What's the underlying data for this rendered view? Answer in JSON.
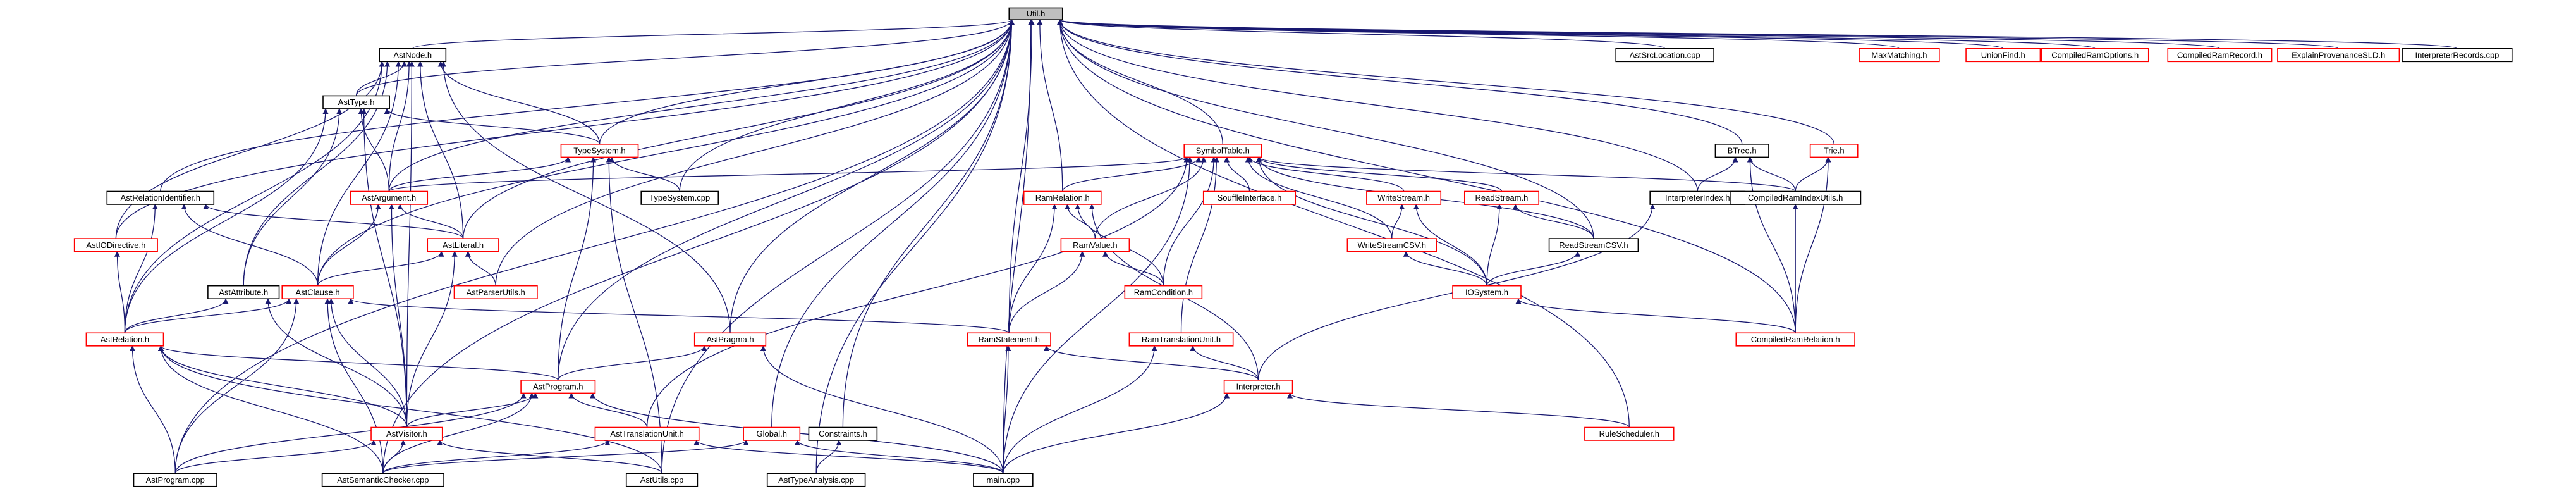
{
  "diagram": {
    "title": "",
    "colors": {
      "edge": "#191970",
      "node_border_default": "#000000",
      "node_border_red": "#ff0000",
      "root_fill": "#bfbfbf"
    },
    "nodes": [
      {
        "id": "util",
        "label": "Util.h",
        "border": "black",
        "root": true
      },
      {
        "id": "astnode",
        "label": "AstNode.h",
        "border": "black"
      },
      {
        "id": "asttype",
        "label": "AstType.h",
        "border": "black"
      },
      {
        "id": "typesystem",
        "label": "TypeSystem.h",
        "border": "red"
      },
      {
        "id": "typesystemcpp",
        "label": "TypeSystem.cpp",
        "border": "black"
      },
      {
        "id": "astargument",
        "label": "AstArgument.h",
        "border": "red"
      },
      {
        "id": "astrelid",
        "label": "AstRelationIdentifier.h",
        "border": "black"
      },
      {
        "id": "astiodir",
        "label": "AstIODirective.h",
        "border": "red"
      },
      {
        "id": "astliteral",
        "label": "AstLiteral.h",
        "border": "red"
      },
      {
        "id": "astclause",
        "label": "AstClause.h",
        "border": "red"
      },
      {
        "id": "astattribute",
        "label": "AstAttribute.h",
        "border": "black"
      },
      {
        "id": "astparserutils",
        "label": "AstParserUtils.h",
        "border": "red"
      },
      {
        "id": "astrelation",
        "label": "AstRelation.h",
        "border": "red"
      },
      {
        "id": "astpragma",
        "label": "AstPragma.h",
        "border": "red"
      },
      {
        "id": "astprogram",
        "label": "AstProgram.h",
        "border": "red"
      },
      {
        "id": "astvisitor",
        "label": "AstVisitor.h",
        "border": "red"
      },
      {
        "id": "asttu",
        "label": "AstTranslationUnit.h",
        "border": "red"
      },
      {
        "id": "global",
        "label": "Global.h",
        "border": "red"
      },
      {
        "id": "constraints",
        "label": "Constraints.h",
        "border": "black"
      },
      {
        "id": "astprogramcpp",
        "label": "AstProgram.cpp",
        "border": "black"
      },
      {
        "id": "astsemantic",
        "label": "AstSemanticChecker.cpp",
        "border": "black"
      },
      {
        "id": "astutilscpp",
        "label": "AstUtils.cpp",
        "border": "black"
      },
      {
        "id": "asttypeanalysis",
        "label": "AstTypeAnalysis.cpp",
        "border": "black"
      },
      {
        "id": "maincpp",
        "label": "main.cpp",
        "border": "black"
      },
      {
        "id": "symboltable",
        "label": "SymbolTable.h",
        "border": "red"
      },
      {
        "id": "ramrelation",
        "label": "RamRelation.h",
        "border": "red"
      },
      {
        "id": "ramvalue",
        "label": "RamValue.h",
        "border": "red"
      },
      {
        "id": "ramcondition",
        "label": "RamCondition.h",
        "border": "red"
      },
      {
        "id": "ramstatement",
        "label": "RamStatement.h",
        "border": "red"
      },
      {
        "id": "soufleinterface",
        "label": "SouffleInterface.h",
        "border": "red"
      },
      {
        "id": "ramtu",
        "label": "RamTranslationUnit.h",
        "border": "red"
      },
      {
        "id": "interpreter",
        "label": "Interpreter.h",
        "border": "red"
      },
      {
        "id": "writestream",
        "label": "WriteStream.h",
        "border": "red"
      },
      {
        "id": "writestreamcsv",
        "label": "WriteStreamCSV.h",
        "border": "red"
      },
      {
        "id": "readstream",
        "label": "ReadStream.h",
        "border": "red"
      },
      {
        "id": "readstreamcsv",
        "label": "ReadStreamCSV.h",
        "border": "black"
      },
      {
        "id": "iosystem",
        "label": "IOSystem.h",
        "border": "red"
      },
      {
        "id": "rulescheduler",
        "label": "RuleScheduler.h",
        "border": "red"
      },
      {
        "id": "astsrclocation",
        "label": "AstSrcLocation.cpp",
        "border": "black"
      },
      {
        "id": "btree",
        "label": "BTree.h",
        "border": "black"
      },
      {
        "id": "interpreterindex",
        "label": "InterpreterIndex.h",
        "border": "black"
      },
      {
        "id": "trie",
        "label": "Trie.h",
        "border": "red"
      },
      {
        "id": "compiledramindexutils",
        "label": "CompiledRamIndexUtils.h",
        "border": "black"
      },
      {
        "id": "compiledramrelation",
        "label": "CompiledRamRelation.h",
        "border": "red"
      },
      {
        "id": "maxmatching",
        "label": "MaxMatching.h",
        "border": "red"
      },
      {
        "id": "unionfind",
        "label": "UnionFind.h",
        "border": "red"
      },
      {
        "id": "compiledramoptions",
        "label": "CompiledRamOptions.h",
        "border": "red"
      },
      {
        "id": "compiledramrecord",
        "label": "CompiledRamRecord.h",
        "border": "red"
      },
      {
        "id": "explainprovenance",
        "label": "ExplainProvenanceSLD.h",
        "border": "red"
      },
      {
        "id": "interpreterrecords",
        "label": "InterpreterRecords.cpp",
        "border": "black"
      }
    ],
    "edges": [
      [
        "util",
        "astnode"
      ],
      [
        "util",
        "asttype"
      ],
      [
        "util",
        "typesystem"
      ],
      [
        "util",
        "typesystemcpp"
      ],
      [
        "util",
        "astargument"
      ],
      [
        "util",
        "astrelid"
      ],
      [
        "util",
        "astiodir"
      ],
      [
        "util",
        "astliteral"
      ],
      [
        "util",
        "astclause"
      ],
      [
        "util",
        "astparserutils"
      ],
      [
        "util",
        "astpragma"
      ],
      [
        "util",
        "astprogram"
      ],
      [
        "util",
        "astprogramcpp"
      ],
      [
        "util",
        "astsemantic"
      ],
      [
        "util",
        "astutilscpp"
      ],
      [
        "util",
        "asttypeanalysis"
      ],
      [
        "util",
        "global"
      ],
      [
        "util",
        "constraints"
      ],
      [
        "util",
        "maincpp"
      ],
      [
        "util",
        "symboltable"
      ],
      [
        "util",
        "ramrelation"
      ],
      [
        "util",
        "ramstatement"
      ],
      [
        "util",
        "interpreterindex"
      ],
      [
        "util",
        "readstreamcsv"
      ],
      [
        "util",
        "btree"
      ],
      [
        "util",
        "trie"
      ],
      [
        "util",
        "compiledramrelation"
      ],
      [
        "util",
        "rulescheduler"
      ],
      [
        "util",
        "astsrclocation"
      ],
      [
        "util",
        "maxmatching"
      ],
      [
        "util",
        "unionfind"
      ],
      [
        "util",
        "compiledramoptions"
      ],
      [
        "util",
        "compiledramrecord"
      ],
      [
        "util",
        "explainprovenance"
      ],
      [
        "util",
        "interpreterrecords"
      ],
      [
        "astnode",
        "asttype"
      ],
      [
        "astnode",
        "astargument"
      ],
      [
        "astnode",
        "astliteral"
      ],
      [
        "astnode",
        "astclause"
      ],
      [
        "astnode",
        "astattribute"
      ],
      [
        "astnode",
        "astiodir"
      ],
      [
        "astnode",
        "astrelation"
      ],
      [
        "astnode",
        "astpragma"
      ],
      [
        "astnode",
        "astvisitor"
      ],
      [
        "astnode",
        "typesystem"
      ],
      [
        "asttype",
        "typesystem"
      ],
      [
        "asttype",
        "astargument"
      ],
      [
        "asttype",
        "astattribute"
      ],
      [
        "asttype",
        "astrelation"
      ],
      [
        "asttype",
        "astvisitor"
      ],
      [
        "typesystem",
        "astargument"
      ],
      [
        "typesystem",
        "typesystemcpp"
      ],
      [
        "typesystem",
        "astprogram"
      ],
      [
        "typesystem",
        "astutilscpp"
      ],
      [
        "astargument",
        "astliteral"
      ],
      [
        "astargument",
        "astclause"
      ],
      [
        "astargument",
        "astvisitor"
      ],
      [
        "astrelid",
        "astclause"
      ],
      [
        "astrelid",
        "astliteral"
      ],
      [
        "astrelid",
        "astrelation"
      ],
      [
        "astiodir",
        "astrelation"
      ],
      [
        "astliteral",
        "astclause"
      ],
      [
        "astliteral",
        "astparserutils"
      ],
      [
        "astliteral",
        "astvisitor"
      ],
      [
        "astclause",
        "astrelation"
      ],
      [
        "astclause",
        "astvisitor"
      ],
      [
        "astclause",
        "astprogramcpp"
      ],
      [
        "astclause",
        "astsemantic"
      ],
      [
        "astclause",
        "ramstatement"
      ],
      [
        "astattribute",
        "astrelation"
      ],
      [
        "astattribute",
        "astvisitor"
      ],
      [
        "astrelation",
        "astprogram"
      ],
      [
        "astrelation",
        "astvisitor"
      ],
      [
        "astrelation",
        "astprogramcpp"
      ],
      [
        "astrelation",
        "astsemantic"
      ],
      [
        "astrelation",
        "astutilscpp"
      ],
      [
        "astpragma",
        "astprogram"
      ],
      [
        "astpragma",
        "maincpp"
      ],
      [
        "astprogram",
        "astvisitor"
      ],
      [
        "astprogram",
        "asttu"
      ],
      [
        "astprogram",
        "astprogramcpp"
      ],
      [
        "astprogram",
        "astsemantic"
      ],
      [
        "astprogram",
        "maincpp"
      ],
      [
        "astvisitor",
        "astprogramcpp"
      ],
      [
        "astvisitor",
        "astsemantic"
      ],
      [
        "astvisitor",
        "astutilscpp"
      ],
      [
        "asttu",
        "astsemantic"
      ],
      [
        "asttu",
        "maincpp"
      ],
      [
        "global",
        "astsemantic"
      ],
      [
        "global",
        "maincpp"
      ],
      [
        "constraints",
        "asttypeanalysis"
      ],
      [
        "symboltable",
        "astargument"
      ],
      [
        "symboltable",
        "ramrelation"
      ],
      [
        "symboltable",
        "ramvalue"
      ],
      [
        "symboltable",
        "ramcondition"
      ],
      [
        "symboltable",
        "soufleinterface"
      ],
      [
        "symboltable",
        "ramtu"
      ],
      [
        "symboltable",
        "writestream"
      ],
      [
        "symboltable",
        "writestreamcsv"
      ],
      [
        "symboltable",
        "readstream"
      ],
      [
        "symboltable",
        "iosystem"
      ],
      [
        "symboltable",
        "compiledramindexutils"
      ],
      [
        "symboltable",
        "maincpp"
      ],
      [
        "symboltable",
        "asttu"
      ],
      [
        "symboltable",
        "readstreamcsv"
      ],
      [
        "ramrelation",
        "ramvalue"
      ],
      [
        "ramrelation",
        "ramcondition"
      ],
      [
        "ramrelation",
        "ramstatement"
      ],
      [
        "ramrelation",
        "interpreter"
      ],
      [
        "ramvalue",
        "ramcondition"
      ],
      [
        "ramvalue",
        "ramstatement"
      ],
      [
        "ramstatement",
        "interpreter"
      ],
      [
        "ramstatement",
        "maincpp"
      ],
      [
        "ramtu",
        "interpreter"
      ],
      [
        "ramtu",
        "maincpp"
      ],
      [
        "interpreter",
        "maincpp"
      ],
      [
        "interpreter",
        "rulescheduler"
      ],
      [
        "writestream",
        "writestreamcsv"
      ],
      [
        "writestream",
        "iosystem"
      ],
      [
        "writestreamcsv",
        "iosystem"
      ],
      [
        "readstream",
        "readstreamcsv"
      ],
      [
        "readstream",
        "iosystem"
      ],
      [
        "readstreamcsv",
        "iosystem"
      ],
      [
        "iosystem",
        "compiledramrelation"
      ],
      [
        "btree",
        "interpreterindex"
      ],
      [
        "btree",
        "compiledramindexutils"
      ],
      [
        "btree",
        "compiledramrelation"
      ],
      [
        "interpreterindex",
        "interpreter"
      ],
      [
        "trie",
        "compiledramindexutils"
      ],
      [
        "trie",
        "compiledramrelation"
      ],
      [
        "compiledramindexutils",
        "compiledramrelation"
      ]
    ]
  }
}
